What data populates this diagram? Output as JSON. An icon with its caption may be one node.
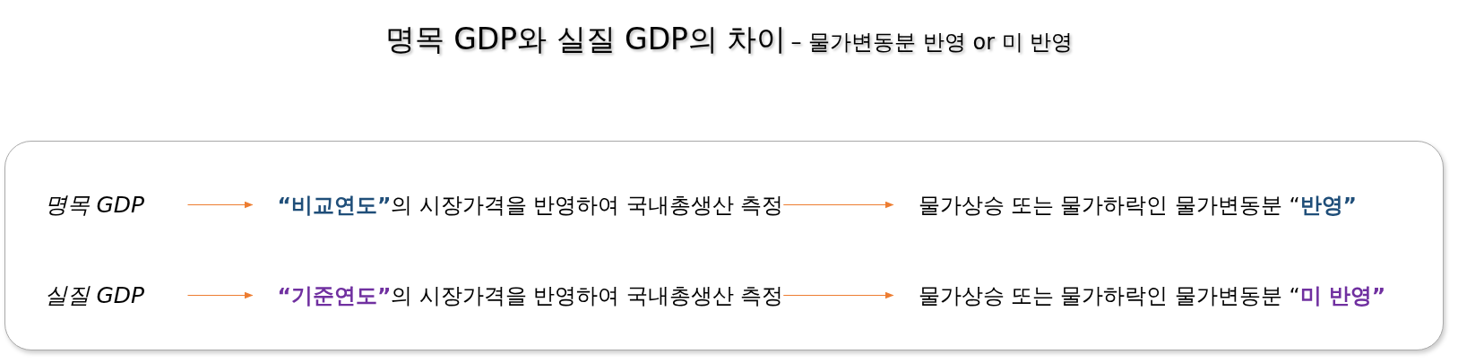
{
  "diagram": {
    "title": "명목 GDP와 실질 GDP의 차이",
    "nodes": [
      {
        "text": [],
        "shape": "box"
      },
      {
        "text": [
          "명목 GDP"
        ],
        "in": 0
      },
      {
        "text": [
          "**“비교연도”**의 시장가격을 반영하여 국내총생산 측정"
        ],
        "in": 0
      },
      {
        "text": [
          "물가상승 또는 물가하락인 물가변동분 “**반영”**"
        ],
        "in": 0
      },
      {
        "text": [
          "실질 GDP"
        ],
        "in": 0
      },
      {
        "text": [
          "**“기준연도”**의 시장가격을 반영하여 국내총생산 측정"
        ],
        "in": 0
      },
      {
        "text": [
          "물가상승 또는 물가하락인 물가변동분 “**미 반영”**"
        ],
        "in": 0
      }
    ],
    "edges": [
      {
        "from": 1,
        "to": 2,
        "arrow": "to"
      },
      {
        "from": 2,
        "to": 3,
        "arrow": "to"
      },
      {
        "from": 4,
        "to": 5,
        "arrow": "to"
      },
      {
        "from": 5,
        "to": 6,
        "arrow": "to"
      }
    ],
    "labels": [
      "– 물가변동분 반영 or 미 반영"
    ]
  }
}
